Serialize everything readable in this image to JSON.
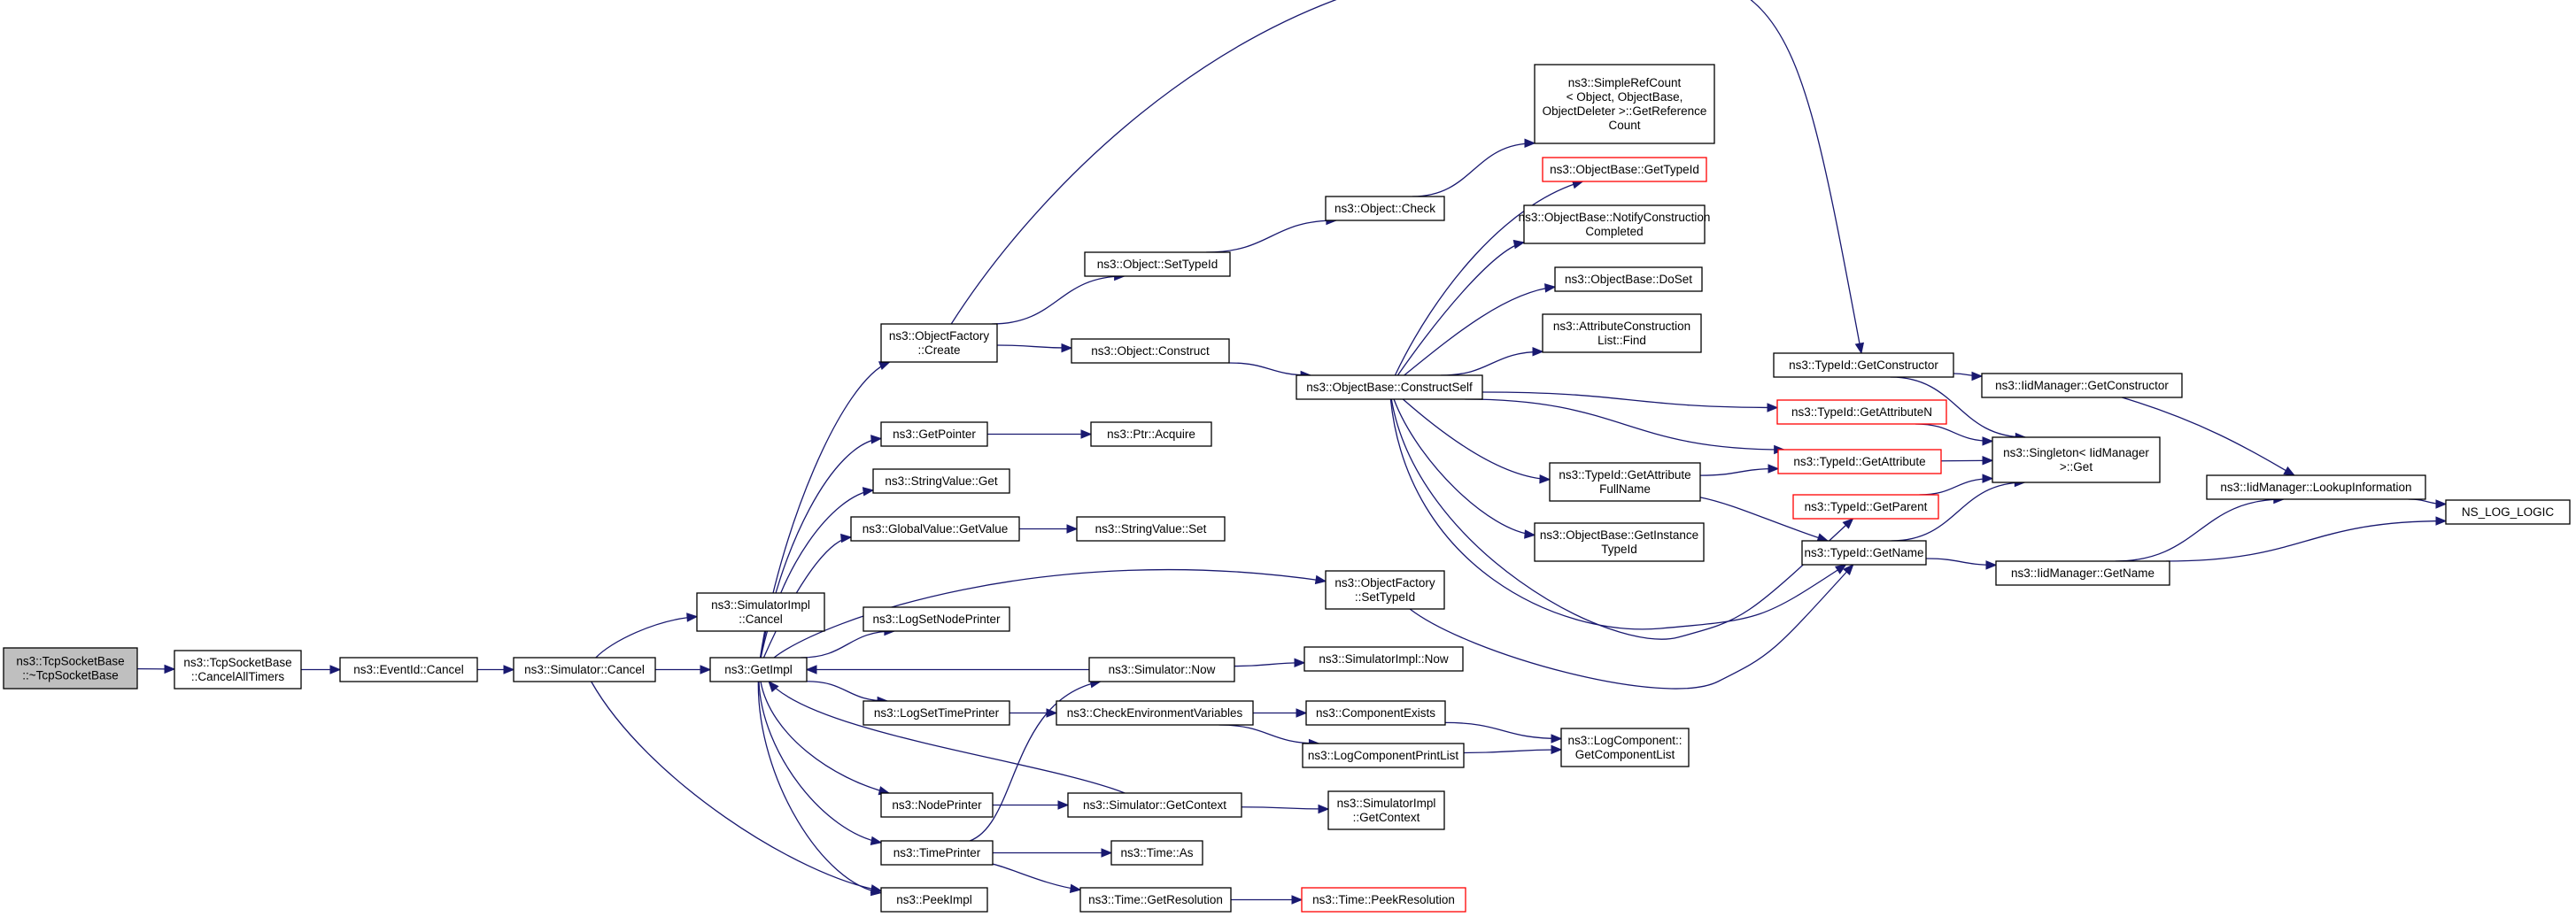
{
  "colors": {
    "edge": "#191970",
    "root_fill": "#bfbfbf",
    "truncated_border": "#ff0000",
    "node_border": "#000000"
  },
  "nodes": [
    {
      "id": "n_dtor",
      "lines": [
        "ns3::TcpSocketBase",
        "::~TcpSocketBase"
      ],
      "style": "root"
    },
    {
      "id": "n_cancelall",
      "lines": [
        "ns3::TcpSocketBase",
        "::CancelAllTimers"
      ]
    },
    {
      "id": "n_evcancel",
      "lines": [
        "ns3::EventId::Cancel"
      ]
    },
    {
      "id": "n_simcancel",
      "lines": [
        "ns3::Simulator::Cancel"
      ]
    },
    {
      "id": "n_simimplcancel",
      "lines": [
        "ns3::SimulatorImpl",
        "::Cancel"
      ]
    },
    {
      "id": "n_getimpl",
      "lines": [
        "ns3::GetImpl"
      ]
    },
    {
      "id": "n_objfactcreate",
      "lines": [
        "ns3::ObjectFactory",
        "::Create"
      ]
    },
    {
      "id": "n_getpointer",
      "lines": [
        "ns3::GetPointer"
      ]
    },
    {
      "id": "n_strvalget",
      "lines": [
        "ns3::StringValue::Get"
      ]
    },
    {
      "id": "n_globalgetvalue",
      "lines": [
        "ns3::GlobalValue::GetValue"
      ]
    },
    {
      "id": "n_logsetnode",
      "lines": [
        "ns3::LogSetNodePrinter"
      ]
    },
    {
      "id": "n_logsettime",
      "lines": [
        "ns3::LogSetTimePrinter"
      ]
    },
    {
      "id": "n_nodeprinter",
      "lines": [
        "ns3::NodePrinter"
      ]
    },
    {
      "id": "n_timeprinter",
      "lines": [
        "ns3::TimePrinter"
      ]
    },
    {
      "id": "n_peekimpl",
      "lines": [
        "ns3::PeekImpl"
      ]
    },
    {
      "id": "n_objsettypeid",
      "lines": [
        "ns3::Object::SetTypeId"
      ]
    },
    {
      "id": "n_objconstruct",
      "lines": [
        "ns3::Object::Construct"
      ]
    },
    {
      "id": "n_ptracquire",
      "lines": [
        "ns3::Ptr::Acquire"
      ]
    },
    {
      "id": "n_strvalset",
      "lines": [
        "ns3::StringValue::Set"
      ]
    },
    {
      "id": "n_objfactsettypeid",
      "lines": [
        "ns3::ObjectFactory",
        "::SetTypeId"
      ]
    },
    {
      "id": "n_simnow",
      "lines": [
        "ns3::Simulator::Now"
      ]
    },
    {
      "id": "n_checkenv",
      "lines": [
        "ns3::CheckEnvironmentVariables"
      ]
    },
    {
      "id": "n_simgetcontext",
      "lines": [
        "ns3::Simulator::GetContext"
      ]
    },
    {
      "id": "n_timeas",
      "lines": [
        "ns3::Time::As"
      ]
    },
    {
      "id": "n_timegetres",
      "lines": [
        "ns3::Time::GetResolution"
      ]
    },
    {
      "id": "n_objcheck",
      "lines": [
        "ns3::Object::Check"
      ]
    },
    {
      "id": "n_constructself",
      "lines": [
        "ns3::ObjectBase::ConstructSelf"
      ]
    },
    {
      "id": "n_simimplnow",
      "lines": [
        "ns3::SimulatorImpl::Now"
      ]
    },
    {
      "id": "n_compexists",
      "lines": [
        "ns3::ComponentExists"
      ]
    },
    {
      "id": "n_logcompprint",
      "lines": [
        "ns3::LogComponentPrintList"
      ]
    },
    {
      "id": "n_simimplgetctx",
      "lines": [
        "ns3::SimulatorImpl",
        "::GetContext"
      ]
    },
    {
      "id": "n_timepeekres",
      "lines": [
        "ns3::Time::PeekResolution"
      ],
      "style": "truncated"
    },
    {
      "id": "n_simplerefcount",
      "lines": [
        "ns3::SimpleRefCount",
        "< Object, ObjectBase,",
        "ObjectDeleter >::GetReference",
        "Count"
      ]
    },
    {
      "id": "n_objbasegettypeid",
      "lines": [
        "ns3::ObjectBase::GetTypeId"
      ],
      "style": "truncated"
    },
    {
      "id": "n_notifyconstr",
      "lines": [
        "ns3::ObjectBase::NotifyConstruction",
        "Completed"
      ]
    },
    {
      "id": "n_doset",
      "lines": [
        "ns3::ObjectBase::DoSet"
      ]
    },
    {
      "id": "n_attrconstrlist",
      "lines": [
        "ns3::AttributeConstruction",
        "List::Find"
      ]
    },
    {
      "id": "n_typeidgetattrfull",
      "lines": [
        "ns3::TypeId::GetAttribute",
        "FullName"
      ]
    },
    {
      "id": "n_getinstancetypeid",
      "lines": [
        "ns3::ObjectBase::GetInstance",
        "TypeId"
      ]
    },
    {
      "id": "n_getcomplist",
      "lines": [
        "ns3::LogComponent::",
        "GetComponentList"
      ]
    },
    {
      "id": "n_typeidgetconstructor",
      "lines": [
        "ns3::TypeId::GetConstructor"
      ]
    },
    {
      "id": "n_typeidgetattrn",
      "lines": [
        "ns3::TypeId::GetAttributeN"
      ],
      "style": "truncated"
    },
    {
      "id": "n_typeidgetattr",
      "lines": [
        "ns3::TypeId::GetAttribute"
      ],
      "style": "truncated"
    },
    {
      "id": "n_typeidgetparent",
      "lines": [
        "ns3::TypeId::GetParent"
      ],
      "style": "truncated"
    },
    {
      "id": "n_typeidgetname",
      "lines": [
        "ns3::TypeId::GetName"
      ]
    },
    {
      "id": "n_iidgetconstructor",
      "lines": [
        "ns3::IidManager::GetConstructor"
      ]
    },
    {
      "id": "n_singletonget",
      "lines": [
        "ns3::Singleton< IidManager",
        ">::Get"
      ]
    },
    {
      "id": "n_iidgetname",
      "lines": [
        "ns3::IidManager::GetName"
      ]
    },
    {
      "id": "n_iidlookup",
      "lines": [
        "ns3::IidManager::LookupInformation"
      ]
    },
    {
      "id": "n_nslog",
      "lines": [
        "NS_LOG_LOGIC"
      ]
    }
  ],
  "edges": [
    [
      "n_dtor",
      "n_cancelall"
    ],
    [
      "n_cancelall",
      "n_evcancel"
    ],
    [
      "n_evcancel",
      "n_simcancel"
    ],
    [
      "n_simcancel",
      "n_simimplcancel"
    ],
    [
      "n_simcancel",
      "n_getimpl"
    ],
    [
      "n_simcancel",
      "n_peekimpl"
    ],
    [
      "n_getimpl",
      "n_objfactcreate"
    ],
    [
      "n_getimpl",
      "n_getpointer"
    ],
    [
      "n_getimpl",
      "n_strvalget"
    ],
    [
      "n_getimpl",
      "n_globalgetvalue"
    ],
    [
      "n_getimpl",
      "n_objfactsettypeid"
    ],
    [
      "n_getimpl",
      "n_logsetnode"
    ],
    [
      "n_getimpl",
      "n_logsettime"
    ],
    [
      "n_getimpl",
      "n_nodeprinter"
    ],
    [
      "n_getimpl",
      "n_timeprinter"
    ],
    [
      "n_getimpl",
      "n_peekimpl"
    ],
    [
      "n_simnow",
      "n_getimpl"
    ],
    [
      "n_simgetcontext",
      "n_getimpl"
    ],
    [
      "n_objfactcreate",
      "n_objsettypeid"
    ],
    [
      "n_objfactcreate",
      "n_objconstruct"
    ],
    [
      "n_objfactcreate",
      "n_typeidgetconstructor"
    ],
    [
      "n_getpointer",
      "n_ptracquire"
    ],
    [
      "n_globalgetvalue",
      "n_strvalset"
    ],
    [
      "n_objfactsettypeid",
      "n_typeidgetname"
    ],
    [
      "n_logsettime",
      "n_checkenv"
    ],
    [
      "n_nodeprinter",
      "n_simgetcontext"
    ],
    [
      "n_timeprinter",
      "n_simnow"
    ],
    [
      "n_timeprinter",
      "n_timeas"
    ],
    [
      "n_timeprinter",
      "n_timegetres"
    ],
    [
      "n_objsettypeid",
      "n_objcheck"
    ],
    [
      "n_objconstruct",
      "n_constructself"
    ],
    [
      "n_simnow",
      "n_simimplnow"
    ],
    [
      "n_checkenv",
      "n_compexists"
    ],
    [
      "n_checkenv",
      "n_logcompprint"
    ],
    [
      "n_simgetcontext",
      "n_simimplgetctx"
    ],
    [
      "n_timegetres",
      "n_timepeekres"
    ],
    [
      "n_objcheck",
      "n_simplerefcount"
    ],
    [
      "n_constructself",
      "n_objbasegettypeid"
    ],
    [
      "n_constructself",
      "n_notifyconstr"
    ],
    [
      "n_constructself",
      "n_doset"
    ],
    [
      "n_constructself",
      "n_attrconstrlist"
    ],
    [
      "n_constructself",
      "n_typeidgetattrn"
    ],
    [
      "n_constructself",
      "n_typeidgetattr"
    ],
    [
      "n_constructself",
      "n_typeidgetattrfull"
    ],
    [
      "n_constructself",
      "n_getinstancetypeid"
    ],
    [
      "n_constructself",
      "n_typeidgetparent"
    ],
    [
      "n_constructself",
      "n_typeidgetname"
    ],
    [
      "n_compexists",
      "n_getcomplist"
    ],
    [
      "n_logcompprint",
      "n_getcomplist"
    ],
    [
      "n_typeidgetattrfull",
      "n_typeidgetattr"
    ],
    [
      "n_typeidgetattrfull",
      "n_typeidgetname"
    ],
    [
      "n_typeidgetconstructor",
      "n_iidgetconstructor"
    ],
    [
      "n_typeidgetconstructor",
      "n_singletonget"
    ],
    [
      "n_typeidgetattrn",
      "n_singletonget"
    ],
    [
      "n_typeidgetattr",
      "n_singletonget"
    ],
    [
      "n_typeidgetparent",
      "n_singletonget"
    ],
    [
      "n_typeidgetname",
      "n_singletonget"
    ],
    [
      "n_typeidgetname",
      "n_iidgetname"
    ],
    [
      "n_iidgetconstructor",
      "n_iidlookup"
    ],
    [
      "n_iidgetname",
      "n_iidlookup"
    ],
    [
      "n_iidgetname",
      "n_nslog"
    ],
    [
      "n_iidlookup",
      "n_nslog"
    ]
  ]
}
